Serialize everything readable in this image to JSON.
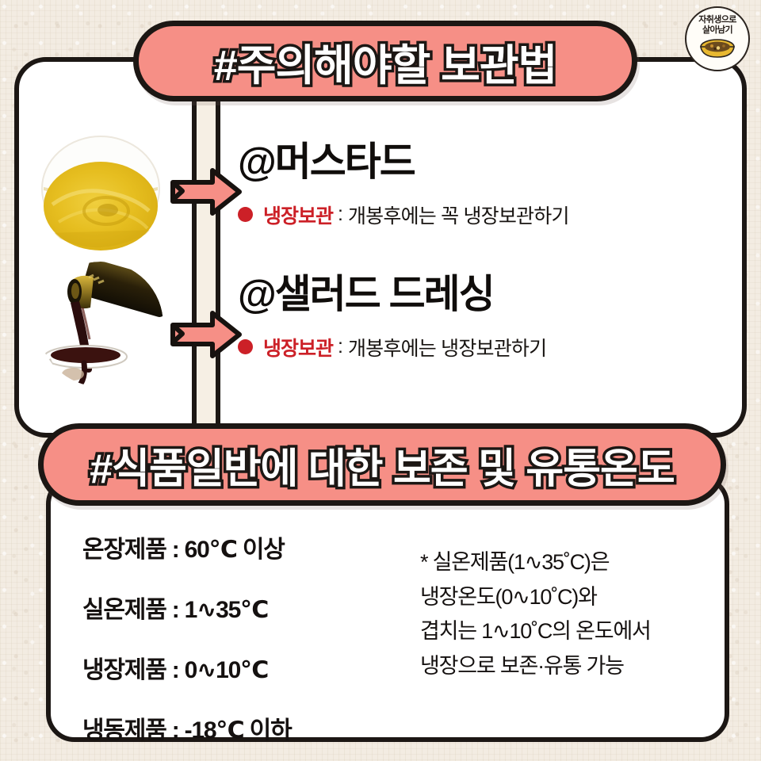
{
  "brand": {
    "name": "brand-badge",
    "line1": "자취생으로",
    "line2": "살아남기",
    "icon": "food-bowl-icon"
  },
  "colors": {
    "background": "#f3ebe1",
    "card": "#ffffff",
    "outline": "#1c1714",
    "accent_pink": "#f68f86",
    "accent_red": "#cc2027",
    "text": "#151110"
  },
  "banners": {
    "top": "#주의해야할 보관법",
    "bottom": "#식품일반에 대한 보존 및 유통온도"
  },
  "entries": [
    {
      "title": "@머스타드",
      "photo": "mustard-photo",
      "arrow": "right-arrow-icon",
      "note_bullet": "red-dot-icon",
      "note_key": "냉장보관",
      "note_separator": ":",
      "note_value": "개봉후에는 꼭 냉장보관하기"
    },
    {
      "title": "@샐러드 드레싱",
      "photo": "salad-dressing-photo",
      "arrow": "right-arrow-icon",
      "note_bullet": "red-dot-icon",
      "note_key": "냉장보관",
      "note_separator": ":",
      "note_value": "개봉후에는 냉장보관하기"
    }
  ],
  "temperature_table": [
    "온장제품 : 60℃ 이상",
    "실온제품 : 1∿35℃",
    "냉장제품 : 0∿10℃",
    "냉동제품 : -18℃ 이하"
  ],
  "temperature_note": [
    "* 실온제품(1∿35˚C)은",
    "냉장온도(0∿10˚C)와",
    "겹치는 1∿10˚C의 온도에서",
    "냉장으로 보존·유통 가능"
  ]
}
